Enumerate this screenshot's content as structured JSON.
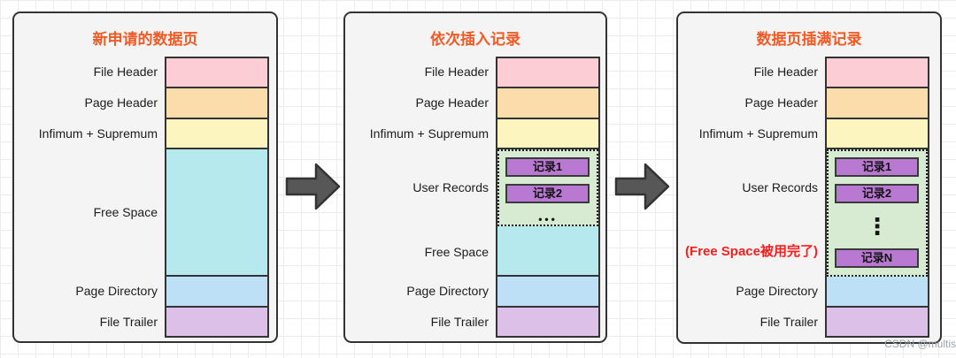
{
  "colors": {
    "title_orange": "#f15a24",
    "note_red": "#fb1d1d",
    "block_pink": "#fccdd5",
    "block_peach": "#fbdcab",
    "block_yellow": "#fdf5c0",
    "block_cyan": "#b5e9ed",
    "block_blue": "#bde0f7",
    "block_lavender": "#dcc0e8",
    "block_green": "#d6ebd1",
    "record_purple": "#b979d2",
    "arrow_gray": "#575757"
  },
  "panels": [
    {
      "title": "新申请的数据页",
      "labels": {
        "file_header": "File Header",
        "page_header": "Page Header",
        "infimum_supremum": "Infimum + Supremum",
        "free_space": "Free Space",
        "page_directory": "Page Directory",
        "file_trailer": "File Trailer"
      }
    },
    {
      "title": "依次插入记录",
      "labels": {
        "file_header": "File Header",
        "page_header": "Page Header",
        "infimum_supremum": "Infimum + Supremum",
        "user_records": "User Records",
        "free_space": "Free Space",
        "page_directory": "Page Directory",
        "file_trailer": "File Trailer"
      },
      "records": [
        "记录1",
        "记录2"
      ],
      "ellipsis": "•••"
    },
    {
      "title": "数据页插满记录",
      "labels": {
        "file_header": "File Header",
        "page_header": "Page Header",
        "infimum_supremum": "Infimum + Supremum",
        "user_records": "User Records",
        "page_directory": "Page Directory",
        "file_trailer": "File Trailer"
      },
      "note": "(Free Space被用完了)",
      "records": [
        "记录1",
        "记录2",
        "记录N"
      ],
      "ellipsis_vertical": "⋮"
    }
  ],
  "watermark": "CSDN @multis"
}
